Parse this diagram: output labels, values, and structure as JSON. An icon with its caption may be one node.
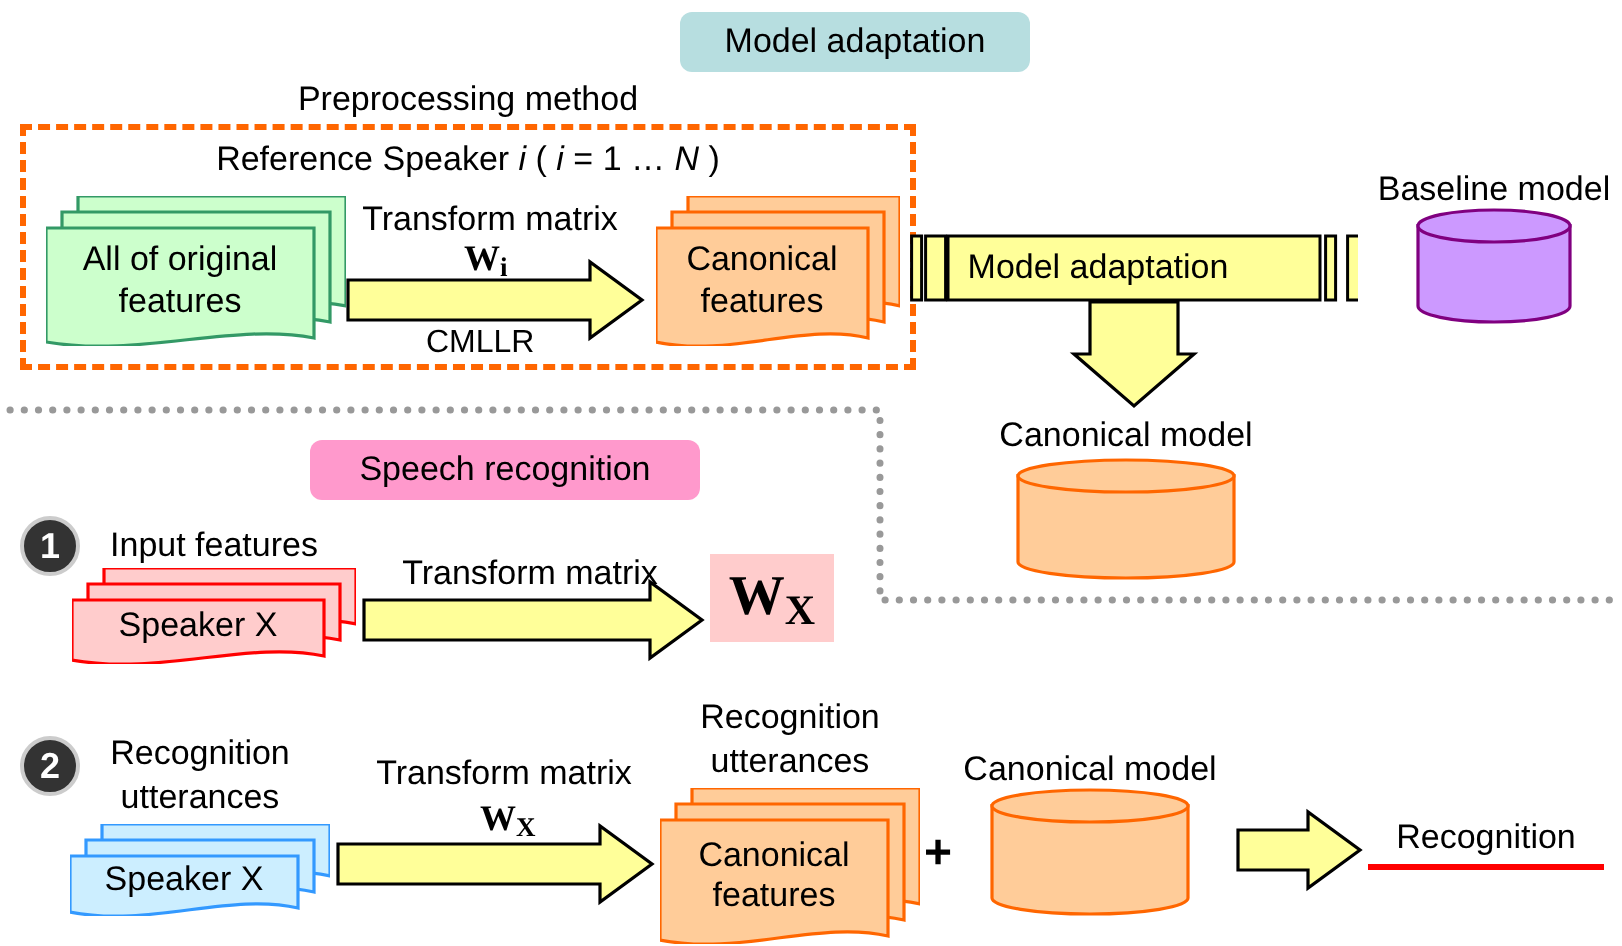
{
  "diagram": {
    "nodes": [
      {
        "text": [
          "Preprocessing method",
          "Reference Speaker *i* ( *i* = 1 … *N* )"
        ]
      },
      {
        "text": [
          "All of original features"
        ],
        "in": 0
      },
      {
        "text": [
          "Canonical features"
        ],
        "in": 0
      },
      {
        "text": [
          "Model adaptation"
        ]
      },
      {
        "text": [
          "Model adaptation"
        ]
      },
      {
        "text": [
          "Baseline model"
        ]
      },
      {
        "text": [
          "Canonical model"
        ]
      },
      {
        "text": [
          "Speech recognition"
        ]
      },
      {
        "text": [
          "1"
        ]
      },
      {
        "text": [
          "Input features",
          "Speaker X"
        ]
      },
      {
        "text": [
          "W$_{X}$"
        ]
      },
      {
        "text": [
          "2"
        ]
      },
      {
        "text": [
          "Recognition utterances",
          "Speaker X"
        ]
      },
      {
        "text": [
          "Recognition utterances",
          "Canonical features"
        ]
      },
      {
        "text": [
          "Canonical model"
        ]
      },
      {
        "text": [
          "Recognition"
        ]
      }
    ],
    "edges": [
      {
        "from": 1,
        "to": 2,
        "arrow": "to",
        "label": "Transform matrix"
      },
      {
        "from": 4,
        "to": 6,
        "arrow": "to"
      },
      {
        "from": 9,
        "to": 10,
        "arrow": "to",
        "label": "Transform matrix"
      },
      {
        "from": 12,
        "to": 13,
        "arrow": "to",
        "label": "Transform matrix"
      },
      {
        "from": 14,
        "to": 15,
        "arrow": "to"
      }
    ],
    "labels": [
      "W$_{i}$",
      "CMLLR",
      "W$_{X}$",
      "+"
    ]
  }
}
